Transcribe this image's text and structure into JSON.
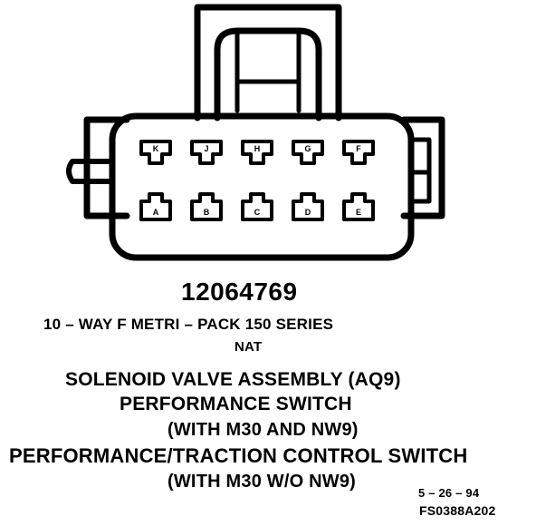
{
  "connector": {
    "part_number": "12064769",
    "series": "10 – WAY F METRI – PACK 150 SERIES",
    "color": "NAT",
    "top_row_cavities": [
      "K",
      "J",
      "H",
      "G",
      "F"
    ],
    "bottom_row_cavities": [
      "A",
      "B",
      "C",
      "D",
      "E"
    ]
  },
  "usage": [
    "SOLENOID VALVE ASSEMBLY (AQ9)",
    "PERFORMANCE SWITCH",
    "(WITH M30 AND NW9)",
    "PERFORMANCE/TRACTION CONTROL SWITCH",
    "(WITH M30 W/O NW9)"
  ],
  "date": "5 – 26 – 94",
  "figure_id": "FS0388A202"
}
